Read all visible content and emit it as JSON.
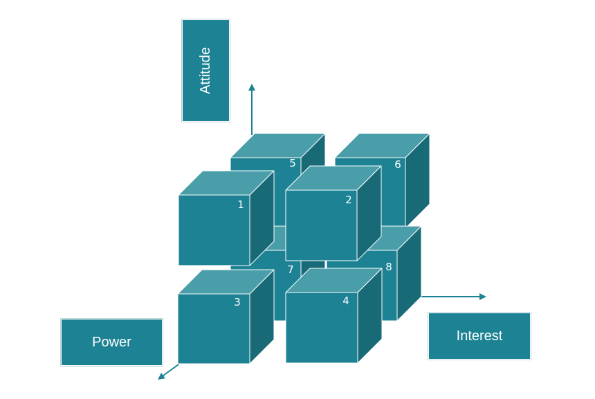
{
  "axes": {
    "vertical": "Attitude",
    "horizontal": "Interest",
    "depth": "Power"
  },
  "cubes": [
    {
      "id": "5",
      "label": "5"
    },
    {
      "id": "6",
      "label": "6"
    },
    {
      "id": "7",
      "label": "7"
    },
    {
      "id": "8",
      "label": "8"
    },
    {
      "id": "1",
      "label": "1"
    },
    {
      "id": "2",
      "label": "2"
    },
    {
      "id": "3",
      "label": "3"
    },
    {
      "id": "4",
      "label": "4"
    }
  ],
  "colors": {
    "front": "#1d8394",
    "top": "#4a9ea9",
    "side": "#186a77",
    "edge": "#ffffff",
    "arrow": "#1d8394"
  }
}
